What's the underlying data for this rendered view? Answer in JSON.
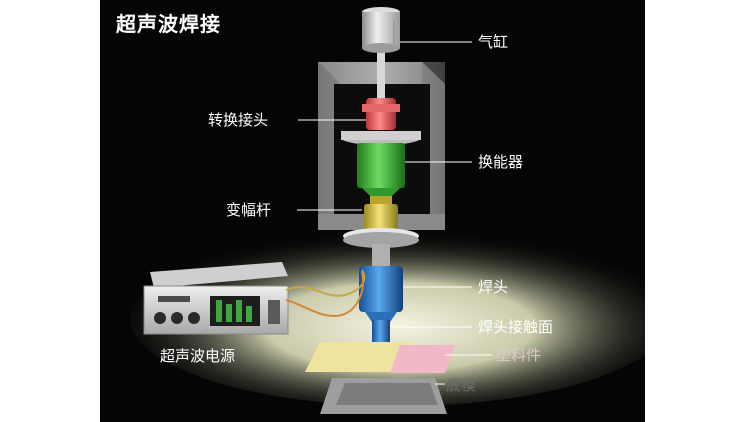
{
  "title": "超声波焊接",
  "labels": {
    "cylinder": "气缸",
    "adapter": "转换接头",
    "transducer": "换能器",
    "booster": "变幅杆",
    "horn": "焊头",
    "horn_contact": "焊头接触面",
    "plastic_part": "塑料件",
    "base_mold": "底模",
    "generator": "超声波电源"
  },
  "colors": {
    "background": "#050505",
    "adapter": "#e8585a",
    "transducer": "#3fb23c",
    "booster": "#d8c23c",
    "horn": "#2a78c8",
    "plastic_part": "#f2b8c8",
    "base_part": "#efe3a0"
  },
  "icons": [
    "cylinder-icon",
    "frame-icon",
    "generator-icon"
  ]
}
